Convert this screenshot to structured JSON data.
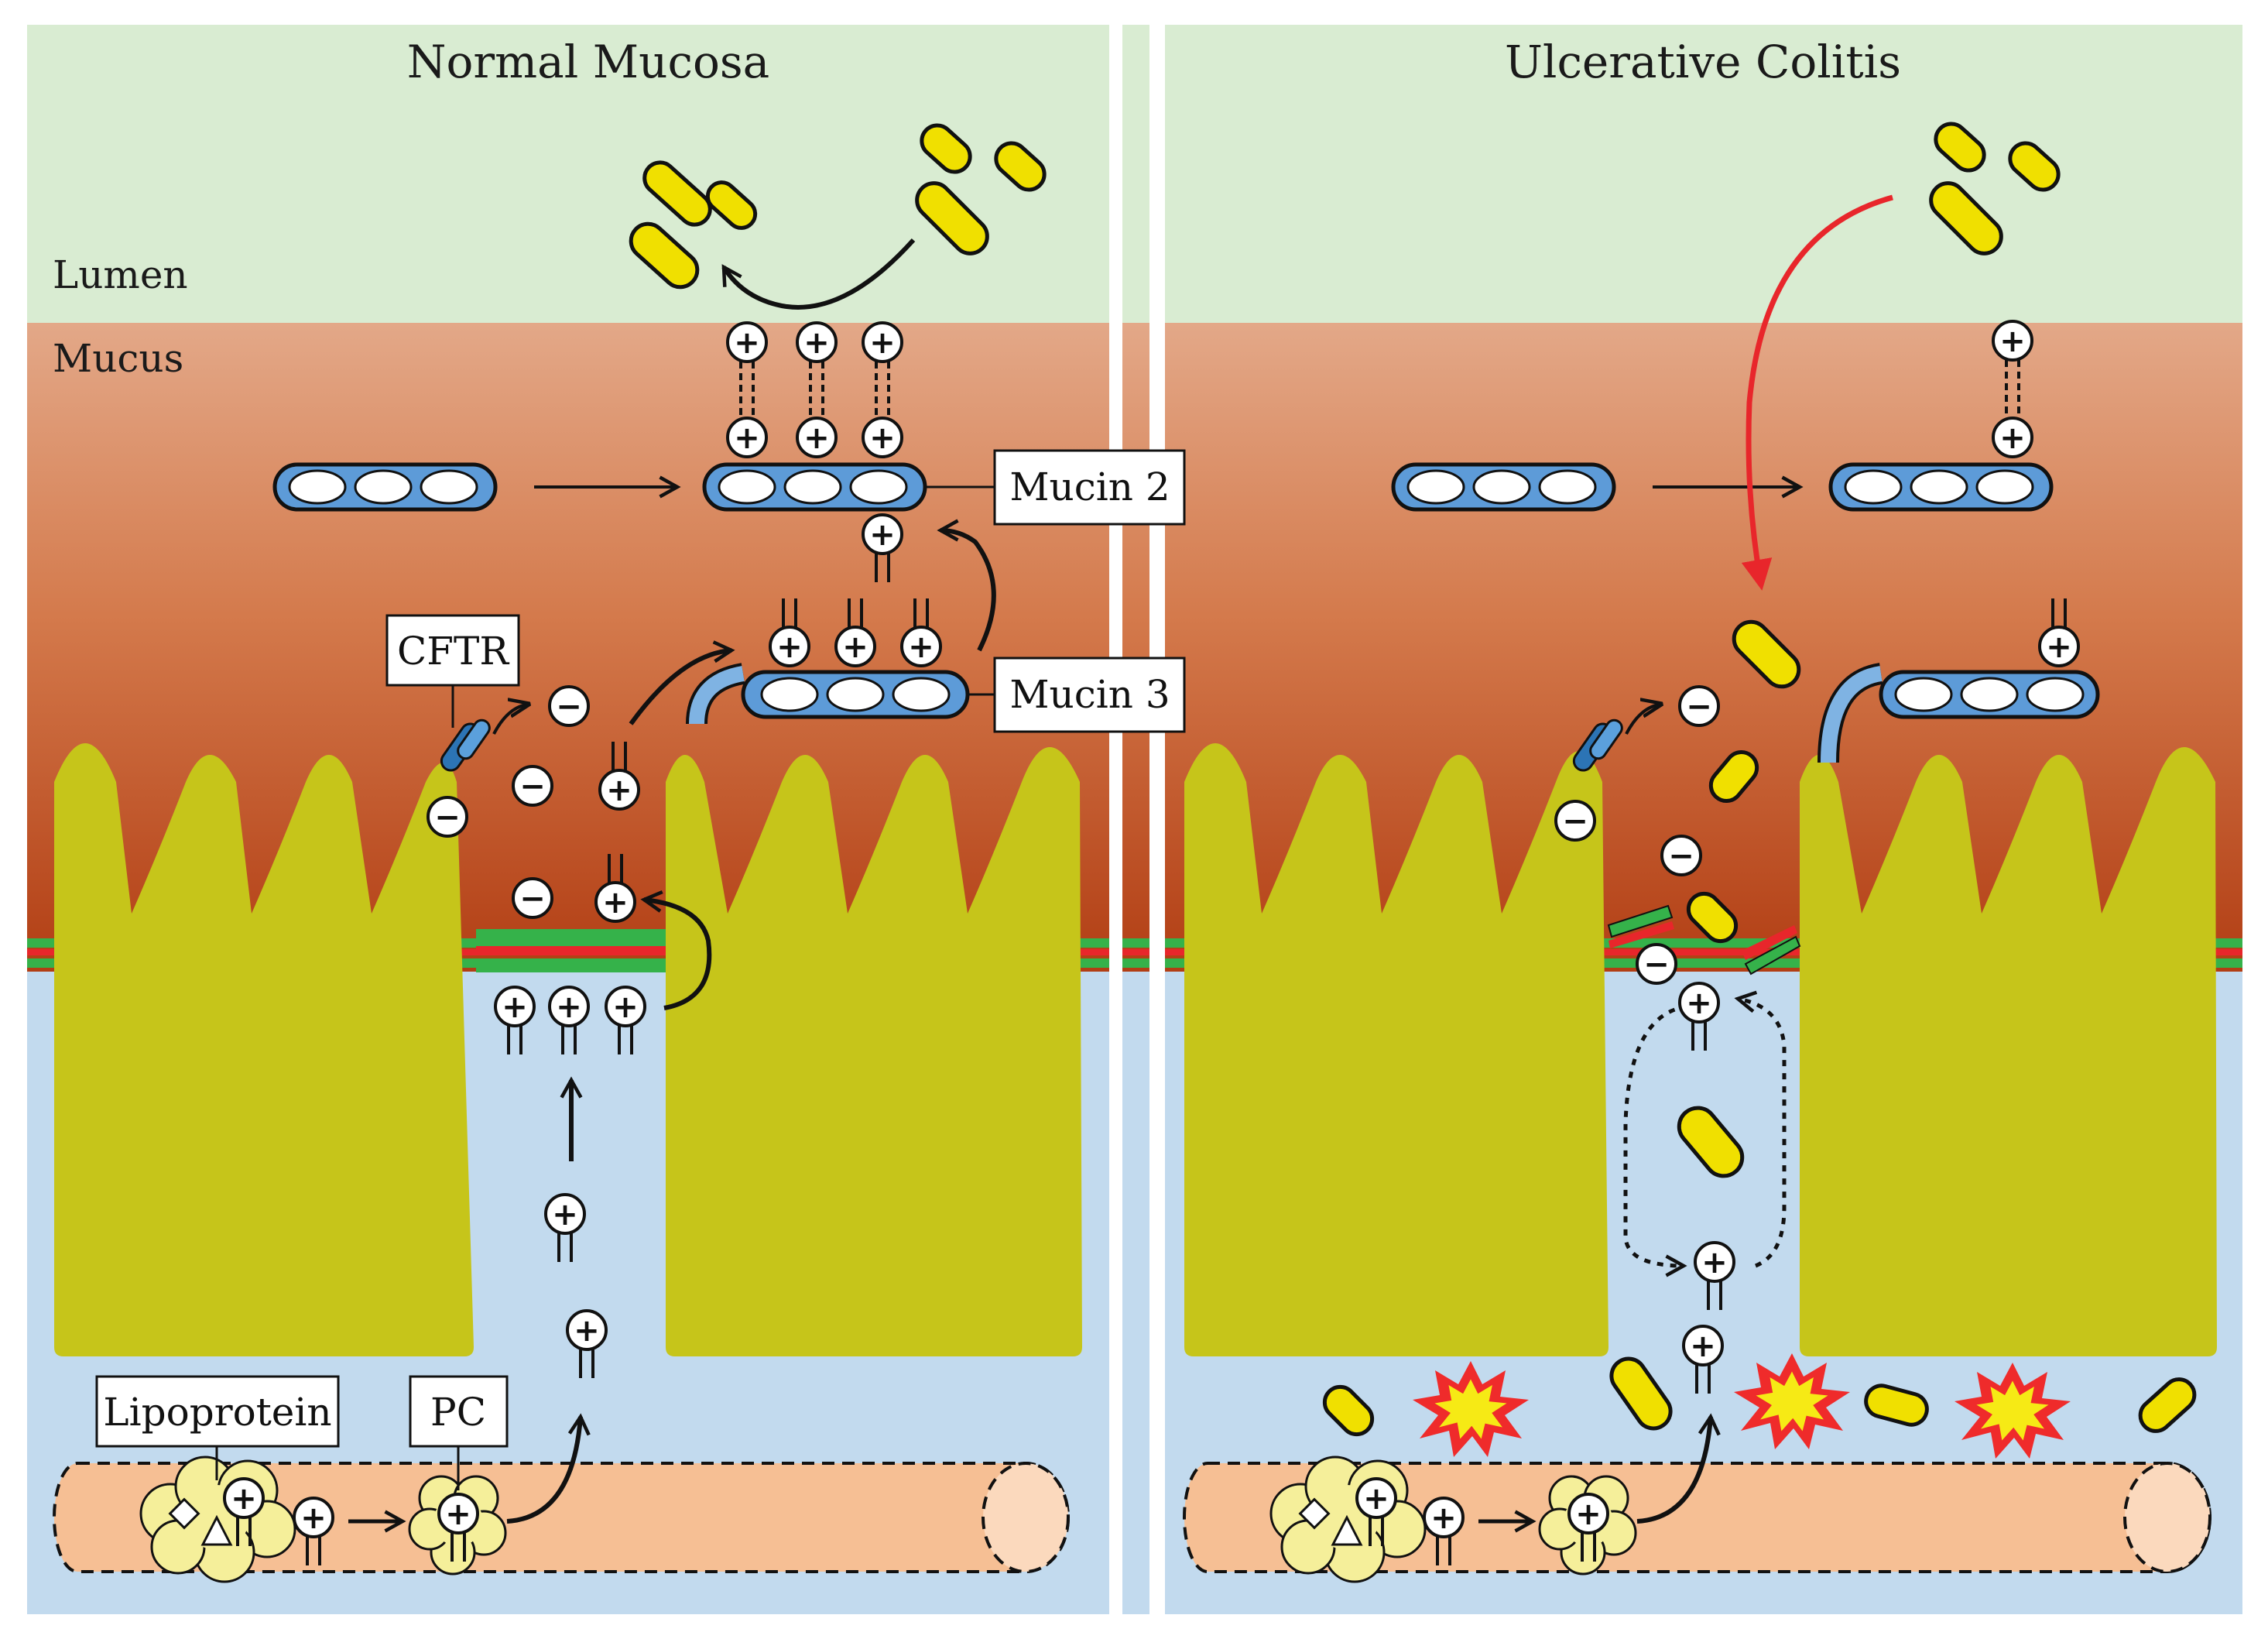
{
  "panels": {
    "left": {
      "title": "Normal Mucosa"
    },
    "right": {
      "title": "Ulcerative Colitis"
    }
  },
  "layers": {
    "lumen": "Lumen",
    "mucus": "Mucus"
  },
  "labels": {
    "mucin2": "Mucin 2",
    "mucin3": "Mucin 3",
    "cftr": "CFTR",
    "lipoprotein": "Lipoprotein",
    "pc": "PC"
  },
  "symbols": {
    "positive": "+",
    "negative": "−"
  },
  "colors": {
    "lumen": "#d9ecd2",
    "mucus_top": "#e3a483",
    "mucus_bottom": "#b9441a",
    "lamina": "#c2daee",
    "epithelium": "#c6c51a",
    "bacteria": "#f0e000",
    "mucin": "#5d9bd8",
    "vessel": "#f6bf94",
    "inflammation": "#ef2b2b",
    "tight_junction_green": "#35b24a",
    "tight_junction_red": "#e8262b",
    "arrow_red": "#e8262b"
  }
}
